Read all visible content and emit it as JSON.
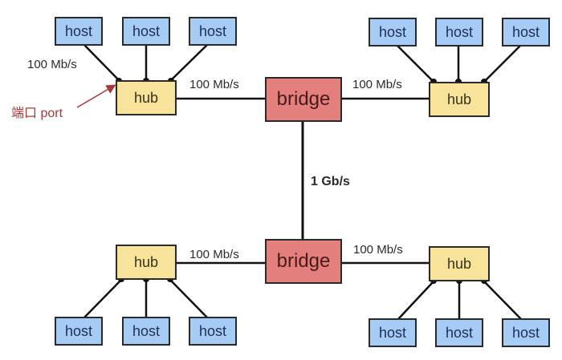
{
  "diagram": {
    "colors": {
      "host": "#a6cbf5",
      "hub": "#f8e39a",
      "bridge": "#e37f7c",
      "port_annotation": "#a23a3a"
    },
    "bridges": [
      {
        "id": "bridge-top",
        "label": "bridge"
      },
      {
        "id": "bridge-bottom",
        "label": "bridge"
      }
    ],
    "hubs": [
      {
        "id": "hub-tl",
        "label": "hub",
        "hosts": [
          "host",
          "host",
          "host"
        ]
      },
      {
        "id": "hub-tr",
        "label": "hub",
        "hosts": [
          "host",
          "host",
          "host"
        ]
      },
      {
        "id": "hub-bl",
        "label": "hub",
        "hosts": [
          "host",
          "host",
          "host"
        ]
      },
      {
        "id": "hub-br",
        "label": "hub",
        "hosts": [
          "host",
          "host",
          "host"
        ]
      }
    ],
    "links": {
      "host_hub_speed": "100 Mb/s",
      "hub_bridge_tl": "100 Mb/s",
      "hub_bridge_tr": "100 Mb/s",
      "hub_bridge_bl": "100 Mb/s",
      "hub_bridge_br": "100 Mb/s",
      "bridge_bridge": "1 Gb/s"
    },
    "annotation": {
      "port_label": "端口 port"
    }
  }
}
